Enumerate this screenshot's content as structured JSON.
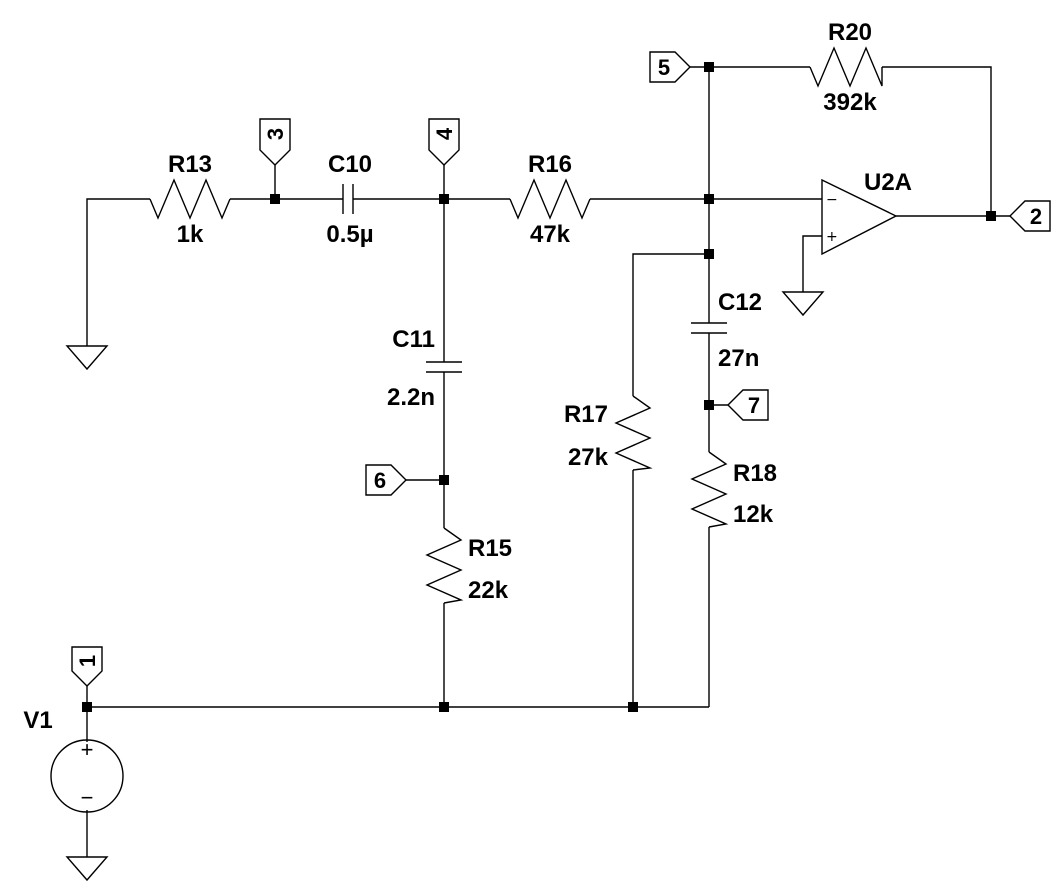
{
  "components": {
    "r13": {
      "ref": "R13",
      "value": "1k"
    },
    "c10": {
      "ref": "C10",
      "value": "0.5µ"
    },
    "r16": {
      "ref": "R16",
      "value": "47k"
    },
    "r20": {
      "ref": "R20",
      "value": "392k"
    },
    "u2a": {
      "ref": "U2A",
      "inv": "−",
      "noninv": "+"
    },
    "c11": {
      "ref": "C11",
      "value": "2.2n"
    },
    "c12": {
      "ref": "C12",
      "value": "27n"
    },
    "r17": {
      "ref": "R17",
      "value": "27k"
    },
    "r18": {
      "ref": "R18",
      "value": "12k"
    },
    "r15": {
      "ref": "R15",
      "value": "22k"
    },
    "v1": {
      "ref": "V1",
      "plus": "+",
      "minus": "−"
    }
  },
  "nets": {
    "n1": "1",
    "n2": "2",
    "n3": "3",
    "n4": "4",
    "n5": "5",
    "n6": "6",
    "n7": "7"
  }
}
